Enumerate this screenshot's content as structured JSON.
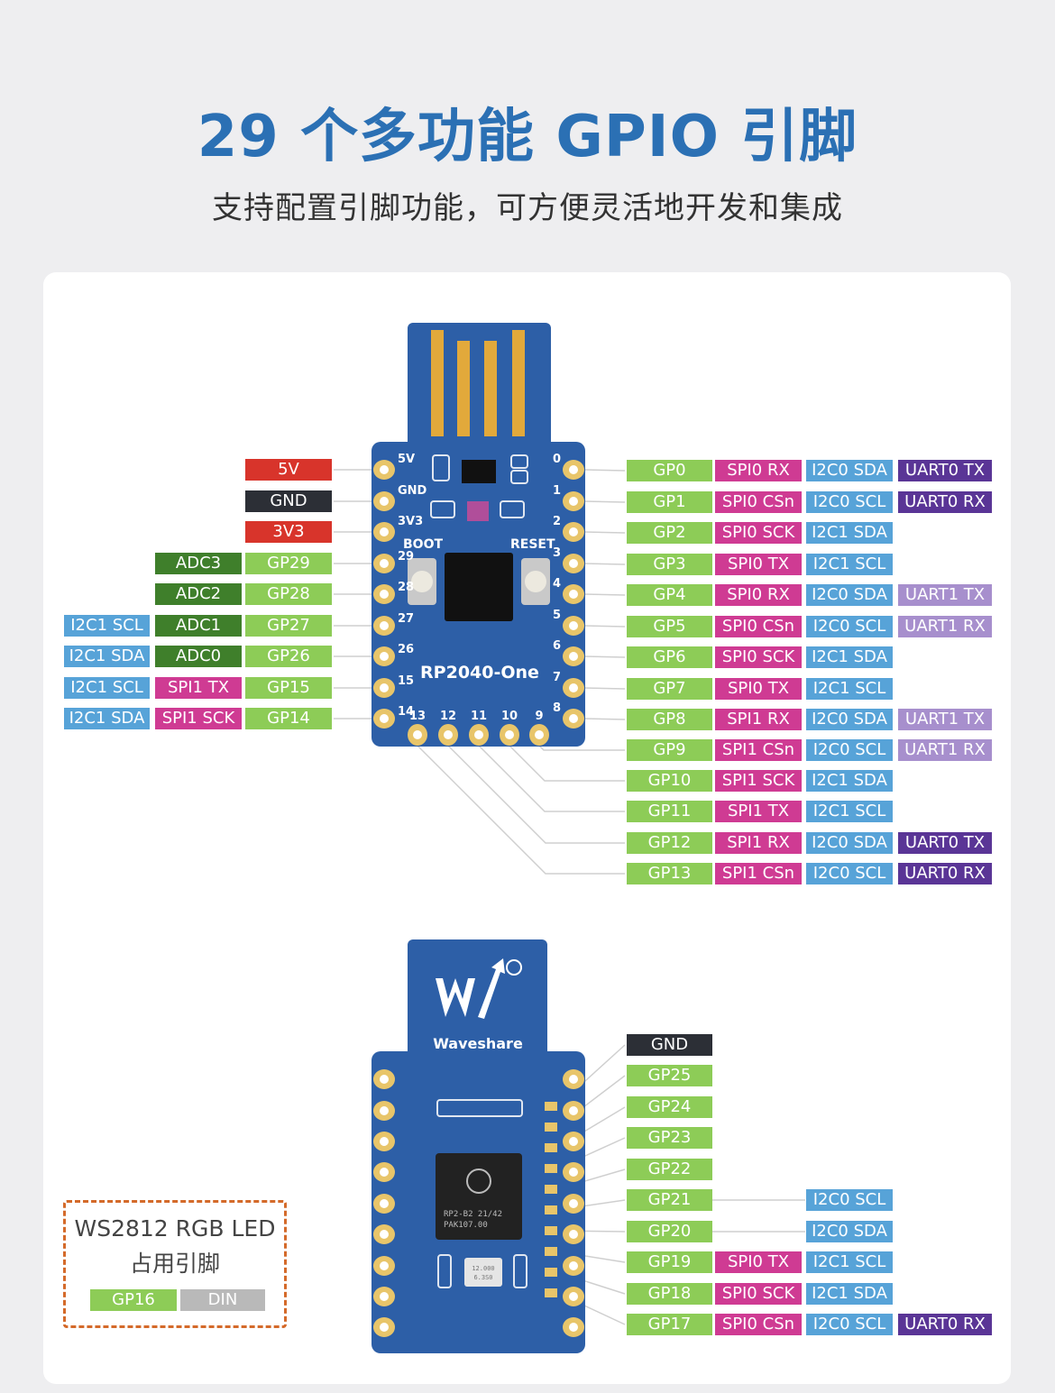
{
  "header": {
    "title": "29 个多功能 GPIO 引脚",
    "subtitle": "支持配置引脚功能，可方便灵活地开发和集成"
  },
  "colors": {
    "gpio": "#8dcc57",
    "power": "#d8342b",
    "gnd": "#2c2f36",
    "adc": "#3f7f2b",
    "spi": "#cf3b93",
    "i2c": "#57a3d8",
    "uart0": "#5a3596",
    "uart1": "#a78fcd",
    "din": "#b9b9b9",
    "pcb": "#2d5fa7",
    "title_blue": "#2b70b4"
  },
  "front_board": {
    "name": "RP2040-One",
    "silkscreen": {
      "left_pins": [
        "5V",
        "GND",
        "3V3",
        "29",
        "28",
        "27",
        "26",
        "15",
        "14"
      ],
      "right_pins": [
        "0",
        "1",
        "2",
        "3",
        "4",
        "5",
        "6",
        "7",
        "8"
      ],
      "bottom_pins": [
        "13",
        "12",
        "11",
        "10",
        "9"
      ],
      "buttons": [
        "BOOT",
        "RESET"
      ]
    }
  },
  "back_board": {
    "brand": "Waveshare",
    "chip_text": [
      "RP2-B2  21/42",
      "PAK107.00"
    ],
    "crystal_text": [
      "12.000",
      "6.3S0"
    ]
  },
  "left_labels": [
    [
      "5V"
    ],
    [
      "GND"
    ],
    [
      "3V3"
    ],
    [
      "GP29",
      "ADC3"
    ],
    [
      "GP28",
      "ADC2"
    ],
    [
      "GP27",
      "ADC1",
      "I2C1 SCL"
    ],
    [
      "GP26",
      "ADC0",
      "I2C1 SDA"
    ],
    [
      "GP15",
      "SPI1 TX",
      "I2C1 SCL"
    ],
    [
      "GP14",
      "SPI1 SCK",
      "I2C1 SDA"
    ]
  ],
  "right_labels": [
    [
      "GP0",
      "SPI0 RX",
      "I2C0 SDA",
      "UART0 TX"
    ],
    [
      "GP1",
      "SPI0 CSn",
      "I2C0 SCL",
      "UART0 RX"
    ],
    [
      "GP2",
      "SPI0 SCK",
      "I2C1 SDA"
    ],
    [
      "GP3",
      "SPI0 TX",
      "I2C1 SCL"
    ],
    [
      "GP4",
      "SPI0 RX",
      "I2C0 SDA",
      "UART1 TX"
    ],
    [
      "GP5",
      "SPI0 CSn",
      "I2C0 SCL",
      "UART1 RX"
    ],
    [
      "GP6",
      "SPI0 SCK",
      "I2C1 SDA"
    ],
    [
      "GP7",
      "SPI0 TX",
      "I2C1 SCL"
    ],
    [
      "GP8",
      "SPI1 RX",
      "I2C0 SDA",
      "UART1 TX"
    ],
    [
      "GP9",
      "SPI1 CSn",
      "I2C0 SCL",
      "UART1 RX"
    ],
    [
      "GP10",
      "SPI1 SCK",
      "I2C1 SDA"
    ],
    [
      "GP11",
      "SPI1 TX",
      "I2C1 SCL"
    ],
    [
      "GP12",
      "SPI1 RX",
      "I2C0 SDA",
      "UART0 TX"
    ],
    [
      "GP13",
      "SPI1 CSn",
      "I2C0 SCL",
      "UART0 RX"
    ]
  ],
  "back_labels": [
    [
      "GND"
    ],
    [
      "GP25"
    ],
    [
      "GP24"
    ],
    [
      "GP23"
    ],
    [
      "GP22"
    ],
    [
      "GP21",
      "",
      "I2C0 SCL"
    ],
    [
      "GP20",
      "",
      "I2C0 SDA"
    ],
    [
      "GP19",
      "SPI0 TX",
      "I2C1 SCL"
    ],
    [
      "GP18",
      "SPI0 SCK",
      "I2C1 SDA"
    ],
    [
      "GP17",
      "SPI0 CSn",
      "I2C0 SCL",
      "UART0 RX"
    ]
  ],
  "ws2812": {
    "title_line1": "WS2812 RGB LED",
    "title_line2": "占用引脚",
    "gpio": "GP16",
    "pin": "DIN"
  }
}
